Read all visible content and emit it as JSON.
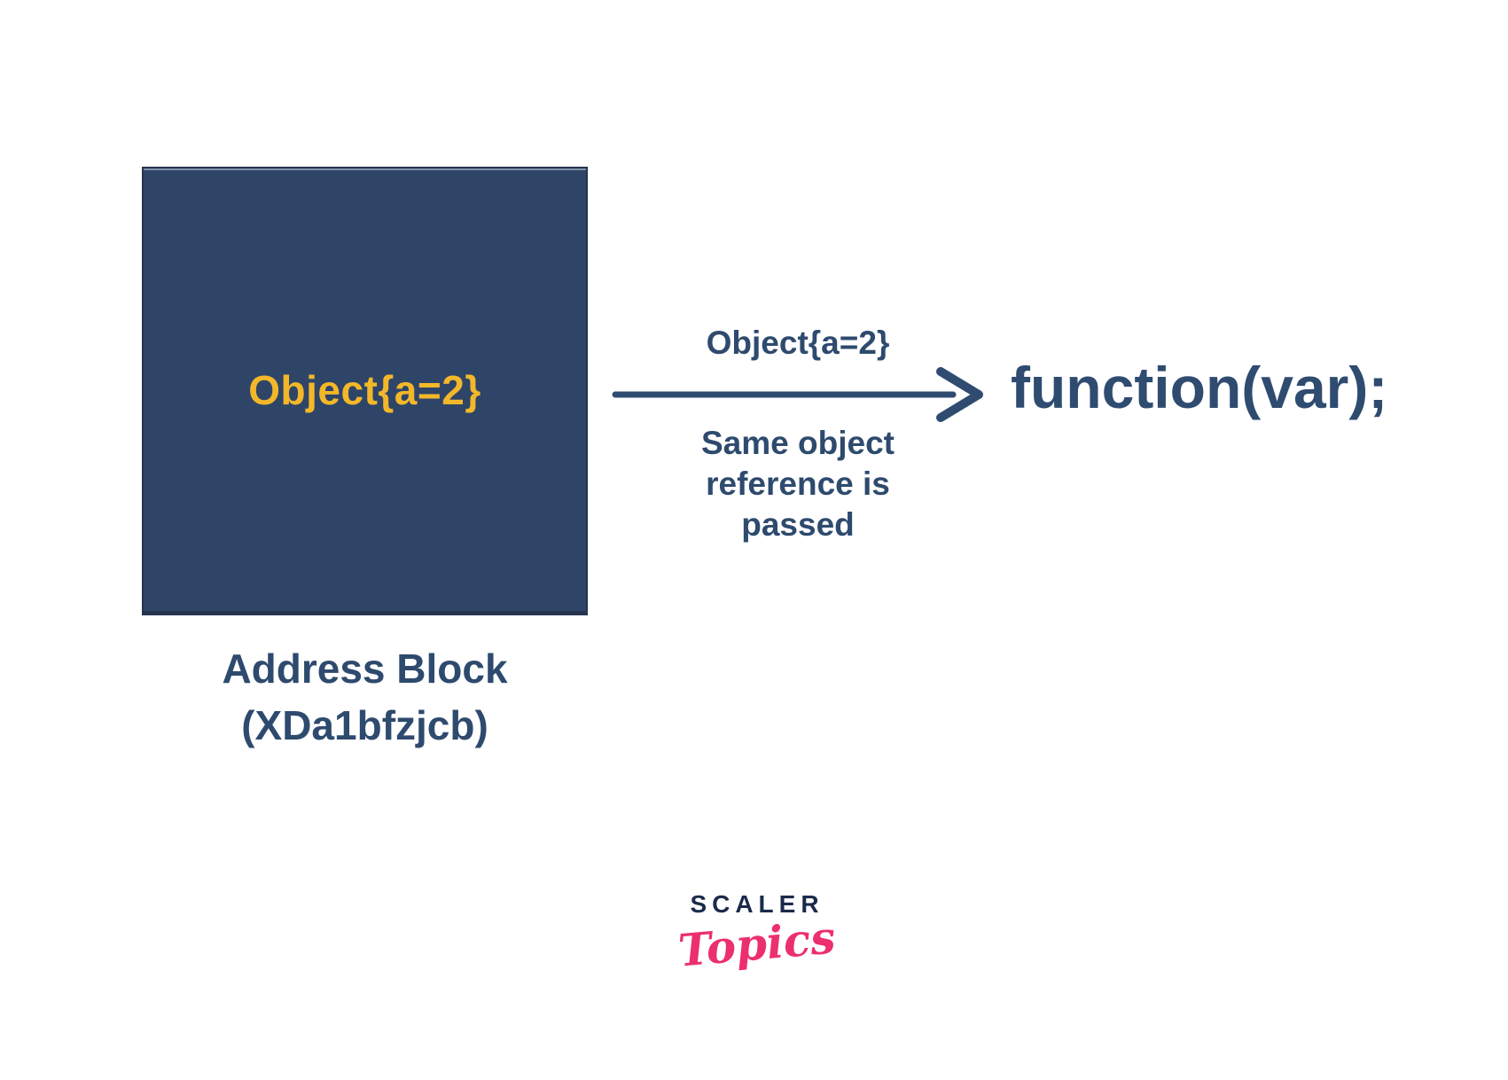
{
  "diagram": {
    "block": {
      "value": "Object{a=2}",
      "caption_line1": "Address Block",
      "caption_line2": "(XDa1bfzjcb)",
      "fill_color": "#2e4568",
      "value_color": "#f3b72a"
    },
    "arrow": {
      "top_label": "Object{a=2}",
      "bottom_label_line1": "Same object",
      "bottom_label_line2": "reference is",
      "bottom_label_line3": "passed",
      "color": "#2f4c70"
    },
    "target": {
      "code": "function(var);"
    }
  },
  "branding": {
    "name": "SCALER",
    "sub": "Topics",
    "name_color": "#1b2a4a",
    "sub_color": "#ec2f6e"
  }
}
